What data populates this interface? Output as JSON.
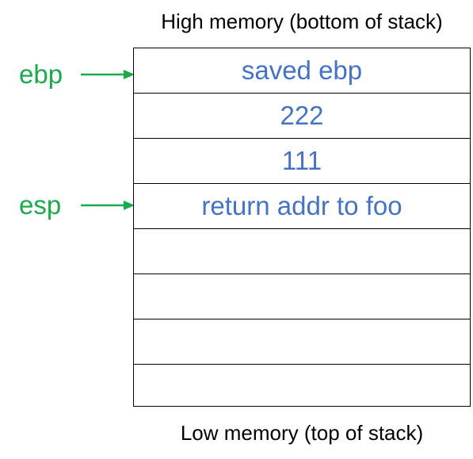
{
  "high_label": "High memory (bottom of stack)",
  "low_label": "Low memory (top of stack)",
  "slots": [
    {
      "text": "saved ebp"
    },
    {
      "text": "222"
    },
    {
      "text": "111"
    },
    {
      "text": "return addr to foo"
    },
    {
      "text": ""
    },
    {
      "text": ""
    },
    {
      "text": ""
    },
    {
      "text": ""
    }
  ],
  "pointers": {
    "ebp": {
      "label": "ebp",
      "slot_index": 0
    },
    "esp": {
      "label": "esp",
      "slot_index": 3
    }
  },
  "colors": {
    "slot_text": "#4472c4",
    "pointer": "#1aaa4b",
    "border": "#000000"
  }
}
